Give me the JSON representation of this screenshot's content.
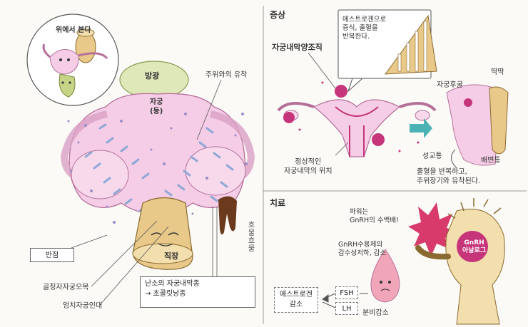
{
  "left": {
    "inset_label": "위에서 본다",
    "bladder": "방광",
    "uterus_line1": "자궁",
    "uterus_line2": "(등)",
    "adhesion": "주위와의 유착",
    "spots": "반점",
    "rectum": "직장",
    "rectum_vertical": "흐물흐물",
    "ligament1": "골칭자자궁오목",
    "ligament2": "엉치자궁인대",
    "ovary_box_line1": "난소의 자궁내막종",
    "ovary_box_line2": "→ 초콜릿낭종"
  },
  "symptoms": {
    "heading": "증상",
    "tissue_label": "자궁내막양조직",
    "bubble_line1": "에스트로겐으로",
    "bubble_line2": "증식, 출혈을",
    "bubble_line3": "반복한다.",
    "normal_line1": "정상적인",
    "normal_line2": "자궁내막의 위치",
    "posterior": "자궁후굴",
    "ttak": "딱딱",
    "dysmenorrhea": "성교통",
    "defecation": "배변통",
    "desc_line1": "출혈을 반복하고,",
    "desc_line2": "주위장기와 유착된다."
  },
  "treatment": {
    "heading": "치료",
    "power_line1": "파워는",
    "power_line2": "GnRH의 수백배!",
    "receptor_line1": "GnRH수용체의",
    "receptor_line2": "감수성저하, 감소",
    "analog_line1": "GnRH",
    "analog_line2": "아날로그",
    "estrogen_line1": "에스트로겐",
    "estrogen_line2": "감소",
    "fsh": "FSH",
    "lh": "LH",
    "secretion": "분비감소"
  },
  "colors": {
    "uterus": "#f5cde6",
    "bladder": "#dfe8b8",
    "rectum": "#e8c98a",
    "ligament": "#8fa8d6",
    "lesion": "#c6357a",
    "arrow": "#4bb3b5",
    "burst": "#d83a6a"
  }
}
